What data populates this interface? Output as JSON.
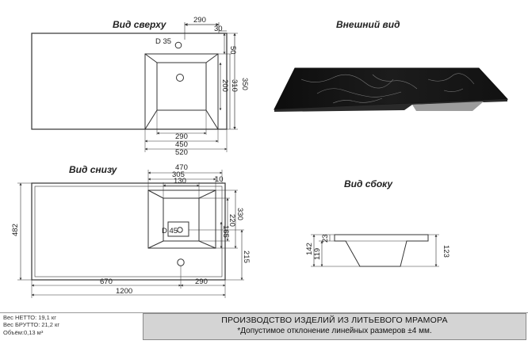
{
  "titles": {
    "top": "Вид сверху",
    "external": "Внешний вид",
    "bottom": "Вид снизу",
    "side": "Вид сбоку"
  },
  "top_view": {
    "hole": "D 35",
    "dim_290": "290",
    "dim_30": "30",
    "dim_50": "50",
    "dim_350": "350",
    "dim_310": "310",
    "dim_200": "200",
    "dim_290b": "290",
    "dim_450": "450",
    "dim_520": "520"
  },
  "bottom_view": {
    "dim_470": "470",
    "dim_305": "305",
    "dim_130": "130",
    "dim_10": "10",
    "dim_482": "482",
    "hole": "D 45",
    "dim_330": "330",
    "dim_220": "220",
    "dim_165": "165",
    "dim_215": "215",
    "dim_670": "670",
    "dim_290": "290",
    "dim_1200": "1200"
  },
  "side_view": {
    "dim_142": "142",
    "dim_119": "119",
    "dim_23": "23",
    "dim_123": "123"
  },
  "specs": {
    "net": "Вес НЕТТО: 19,1 кг",
    "gross": "Вес БРУТТО: 21,2 кг",
    "volume": "Объём:0,13 м³"
  },
  "production": {
    "title": "ПРОИЗВОДСТВО ИЗДЕЛИЙ ИЗ ЛИТЬЕВОГО МРАМОРА",
    "note": "*Допустимое отклонение линейных размеров ±4 мм."
  }
}
